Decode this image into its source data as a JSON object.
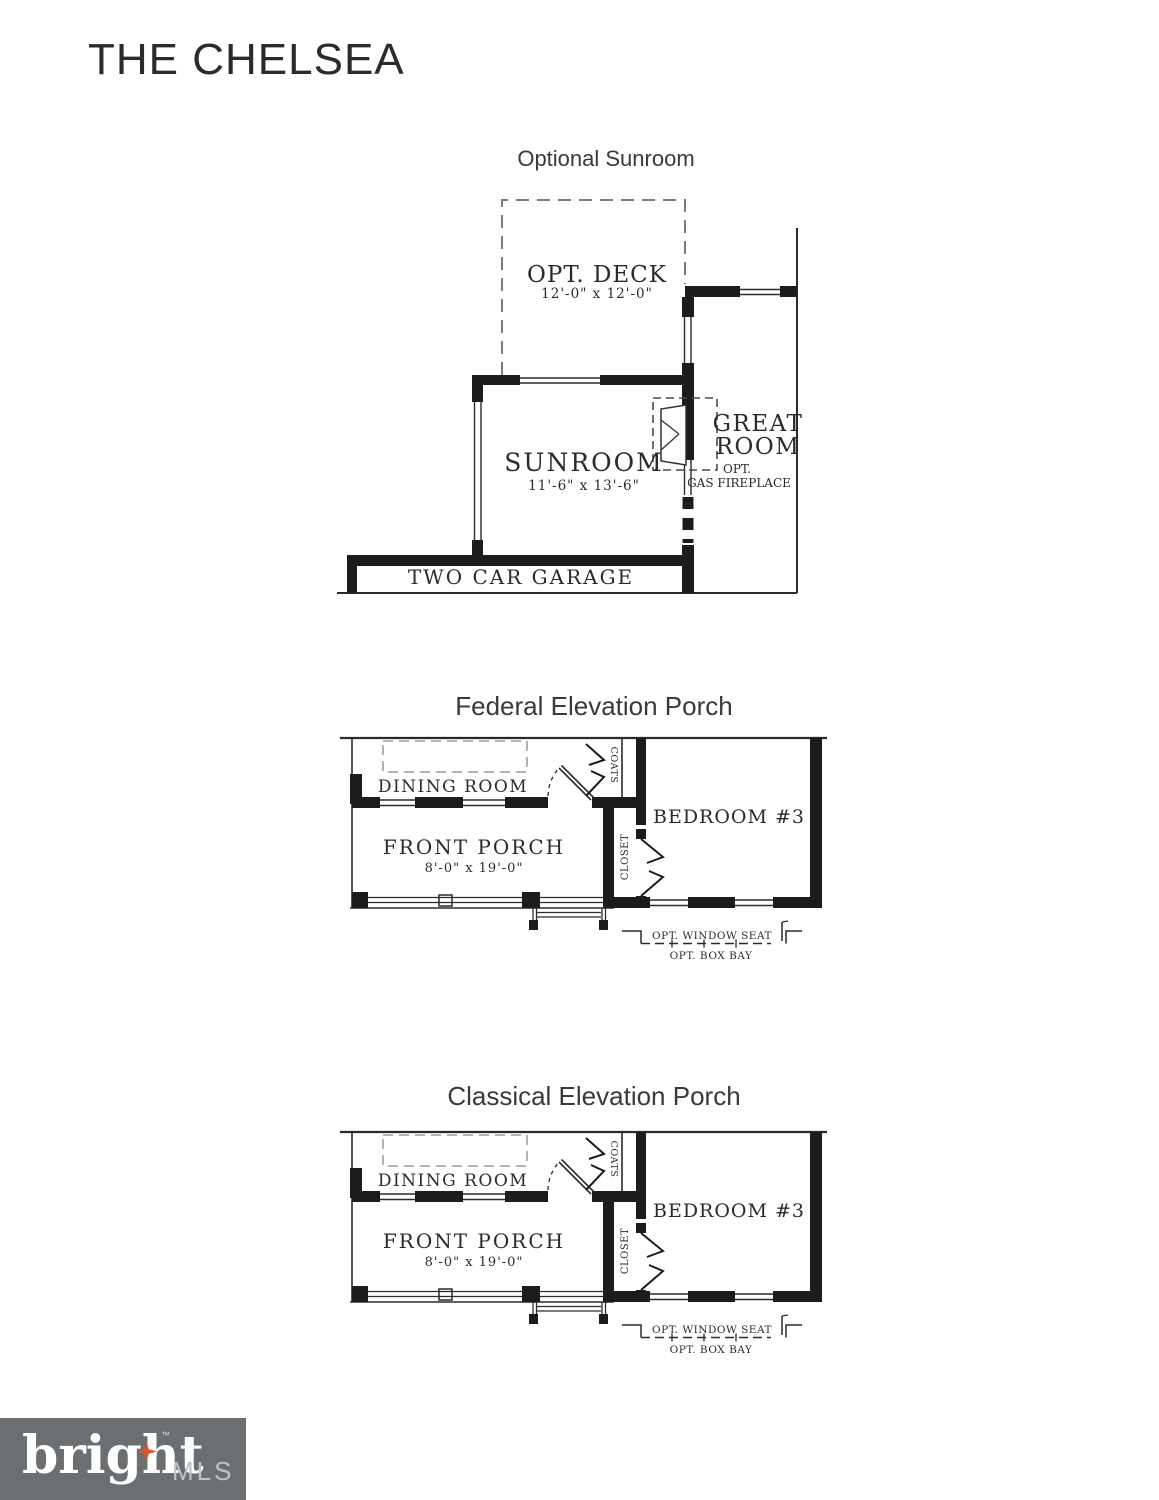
{
  "page": {
    "title": "THE CHELSEA"
  },
  "plans": {
    "sunroom": {
      "heading": "Optional Sunroom",
      "labels": {
        "opt_deck": "OPT. DECK",
        "opt_deck_dims": "12'-0\" x 12'-0\"",
        "sunroom": "SUNROOM",
        "sunroom_dims": "11'-6\" x 13'-6\"",
        "great_room_line1": "GREAT",
        "great_room_line2": "ROOM",
        "fireplace_line1": "OPT.",
        "fireplace_line2": "GAS FIREPLACE",
        "garage": "TWO CAR GARAGE"
      }
    },
    "federal": {
      "heading": "Federal Elevation Porch"
    },
    "classical": {
      "heading": "Classical Elevation Porch"
    },
    "porch_labels": {
      "dining_room": "DINING ROOM",
      "coats": "COATS",
      "bedroom": "BEDROOM #3",
      "closet": "CLOSET",
      "front_porch": "FRONT PORCH",
      "front_porch_dims": "8'-0\" x 19'-0\"",
      "window_seat": "OPT. WINDOW SEAT",
      "box_bay": "OPT. BOX BAY"
    }
  },
  "footer": {
    "brand": "bright",
    "trademark": "™",
    "suffix": "MLS",
    "colors": {
      "box_bg": "#6b6f72",
      "brand_text": "#ffffff",
      "star": "#d4572e",
      "suffix_text": "#c0c3c5"
    }
  },
  "drawing_colors": {
    "wall": "#1c1c1c",
    "line": "#2b2b2b",
    "dashed_outline": "#8c8c8c",
    "label_text": "#2b2b2b"
  }
}
